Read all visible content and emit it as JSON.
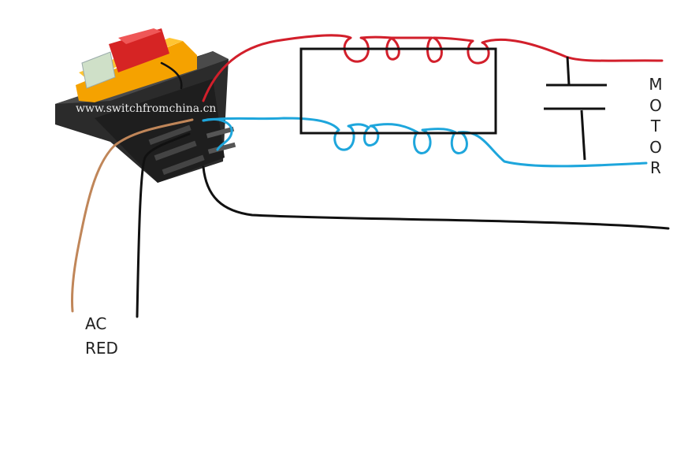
{
  "labels": {
    "ac": "AC",
    "red": "RED",
    "motor_letters": [
      "M",
      "O",
      "T",
      "O",
      "R"
    ]
  },
  "switch": {
    "watermark": "www.switchfromchina.cn"
  },
  "colors": {
    "red_wire": "#d21f2b",
    "blue_wire": "#1ea6dc",
    "black_wire": "#111111",
    "brown_wire": "#c08659",
    "switch_body": "#2e2e2e",
    "switch_cover": "#f5a200",
    "switch_button": "#d62424"
  }
}
